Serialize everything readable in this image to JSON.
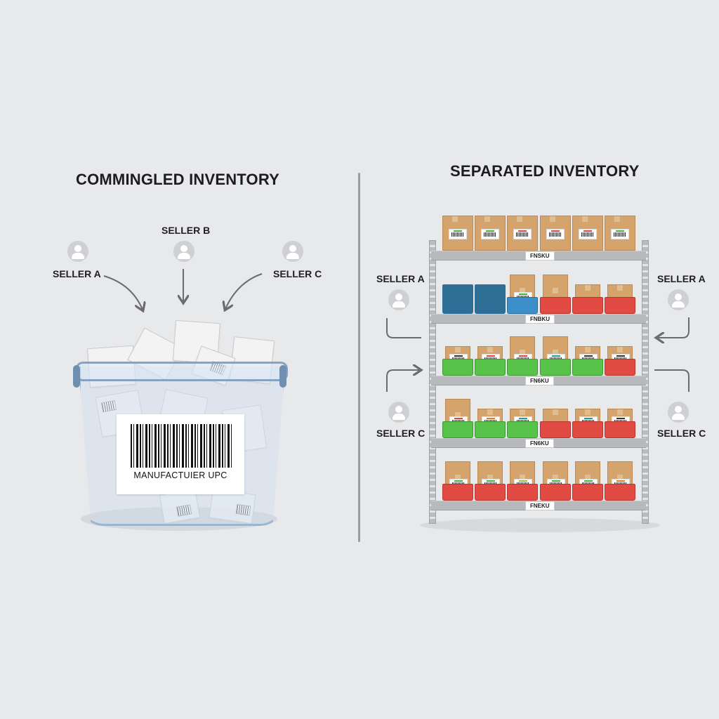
{
  "left_panel": {
    "title": "COMMINGLED INVENTORY",
    "sellers": [
      {
        "label": "SELLER A",
        "icon": "person-icon"
      },
      {
        "label": "SELLER B",
        "icon": "person-icon"
      },
      {
        "label": "SELLER C",
        "icon": "person-icon"
      }
    ],
    "bin_label": "MANUFACTUIER UPC"
  },
  "right_panel": {
    "title": "SEPARATED INVENTORY",
    "sellers_left": [
      {
        "label": "SELLER A",
        "icon": "person-icon"
      },
      {
        "label": "SELLER C",
        "icon": "person-icon"
      }
    ],
    "sellers_right": [
      {
        "label": "SELLER A",
        "icon": "person-icon"
      },
      {
        "label": "SELLER C",
        "icon": "person-icon"
      }
    ],
    "shelf_labels": [
      "FNSKU",
      "FNBKU",
      "FN6KU",
      "FN6KU",
      "FNEKU"
    ],
    "shelves": [
      {
        "bins": [
          "none",
          "none",
          "none",
          "none",
          "none",
          "none"
        ],
        "label_colors": [
          "#3fb83a",
          "#3fb83a",
          "#e0443d",
          "#e0443d",
          "#e0443d",
          "#3fb83a"
        ]
      },
      {
        "bins": [
          "blue",
          "blue",
          "blue",
          "red",
          "red",
          "red"
        ],
        "label_colors": [
          "",
          "",
          "#3fb83a",
          "",
          "",
          ""
        ]
      },
      {
        "bins": [
          "green",
          "green",
          "green",
          "green",
          "green",
          "red"
        ],
        "label_colors": [
          "#333333",
          "#e0443d",
          "#e0443d",
          "#1aa090",
          "#333333",
          "#333333"
        ]
      },
      {
        "bins": [
          "green",
          "green",
          "green",
          "red",
          "red",
          "red"
        ],
        "label_colors": [
          "#e0443d",
          "#e07a20",
          "#1aa090",
          "",
          "#1aa090",
          "#333333"
        ]
      },
      {
        "bins": [
          "red",
          "red",
          "red",
          "red",
          "red",
          "red"
        ],
        "label_colors": [
          "#3fb83a",
          "#3fb83a",
          "#8cc63f",
          "#3fb83a",
          "#3fb83a",
          "#e07a20"
        ]
      }
    ]
  },
  "colors": {
    "background": "#e8e9eb",
    "bin_blue": "#3d8fc9",
    "bin_green": "#58c24a",
    "bin_red": "#e24b43",
    "cardboard": "#d4a46c"
  }
}
